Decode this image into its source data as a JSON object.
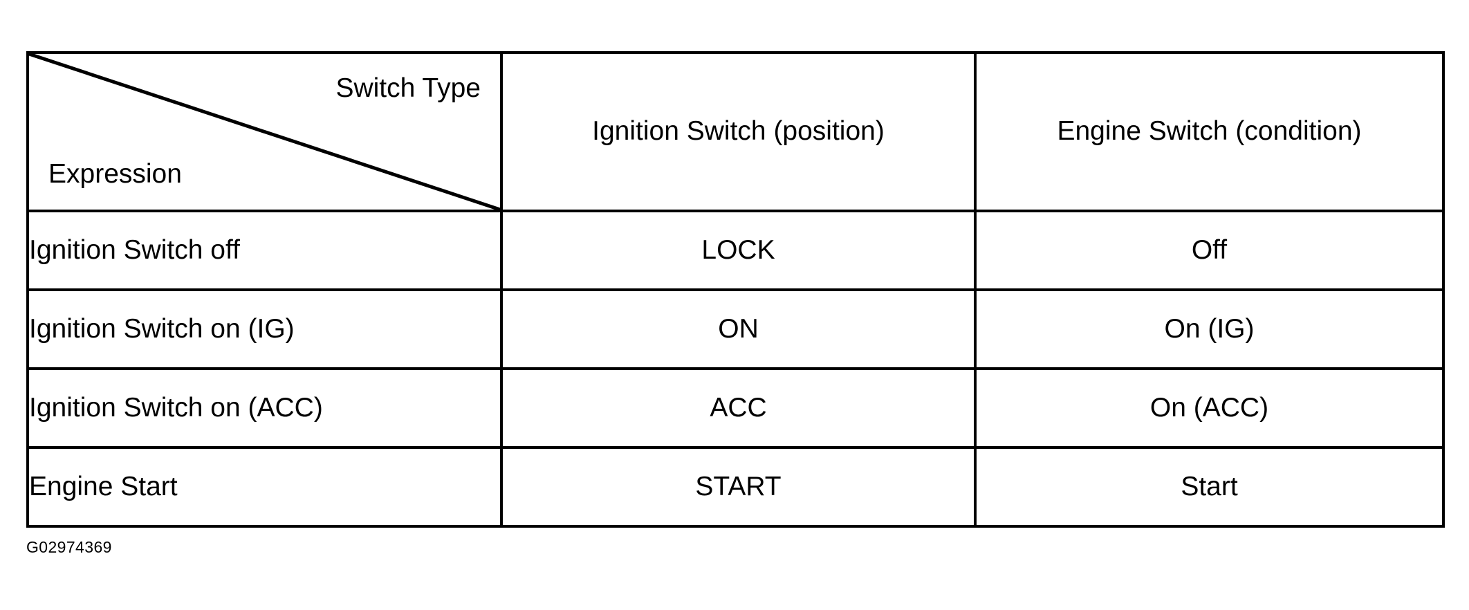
{
  "figure": {
    "caption_code": "G02974369"
  },
  "table": {
    "corner_header": {
      "top_right_label": "Switch Type",
      "bottom_left_label": "Expression",
      "divider": "diagonal-line"
    },
    "columns": [
      "Ignition Switch (position)",
      "Engine Switch (condition)"
    ],
    "rows": [
      {
        "expression": "Ignition Switch off",
        "ignition_switch_position": "LOCK",
        "engine_switch_condition": "Off"
      },
      {
        "expression": "Ignition Switch on (IG)",
        "ignition_switch_position": "ON",
        "engine_switch_condition": "On (IG)"
      },
      {
        "expression": "Ignition Switch on (ACC)",
        "ignition_switch_position": "ACC",
        "engine_switch_condition": "On (ACC)"
      },
      {
        "expression": "Engine Start",
        "ignition_switch_position": "START",
        "engine_switch_condition": "Start"
      }
    ]
  },
  "style": {
    "border_color": "#000000",
    "text_color": "#000000",
    "background_color": "#ffffff"
  }
}
